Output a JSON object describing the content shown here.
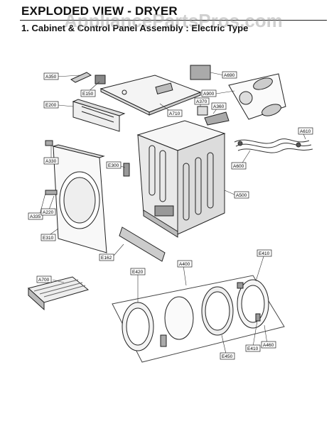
{
  "header": {
    "title": "EXPLODED VIEW - DRYER",
    "subtitle": "1. Cabinet & Control Panel Assembly : Electric Type",
    "watermark": "AppliancePartsPros.com"
  },
  "labels": {
    "A350": "A350",
    "E150": "E150",
    "E200": "E200",
    "A690": "A690",
    "A900": "A900",
    "A710": "A710",
    "A370": "A370",
    "A360": "A360",
    "A610": "A610",
    "A330": "A330",
    "E300": "E300",
    "A600": "A600",
    "A500": "A500",
    "A335": "A335",
    "A220": "A220",
    "E310": "E310",
    "E162": "E162",
    "E410a": "E410",
    "E420": "E420",
    "A400": "A400",
    "A700": "A700",
    "E450": "E450",
    "E410b": "E410",
    "A460": "A460"
  }
}
